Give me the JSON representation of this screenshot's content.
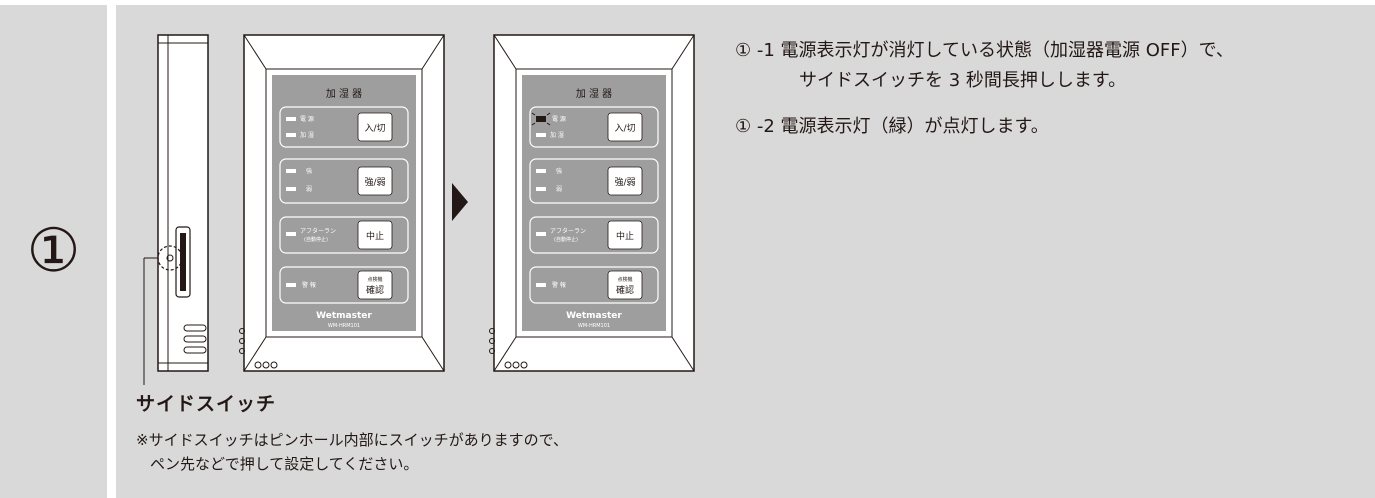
{
  "step": {
    "number": "①"
  },
  "illustration": {
    "device_title": "加 湿 器",
    "power_label": "電 源",
    "humidify_label": "加 湿",
    "onoff_button": "入/切",
    "strong_label": "強",
    "weak_label": "弱",
    "strongweak_button": "強/弱",
    "afterrun_label": "アフターラン",
    "afterrun_sub": "(自動停止)",
    "stop_button": "中止",
    "alarm_label": "警 報",
    "check_button_small": "点検機",
    "check_button": "確認",
    "brand": "Wetmaster",
    "model": "WM-HRM101"
  },
  "caption": {
    "title": "サイドスイッチ",
    "note_line1": "※サイドスイッチはピンホール内部にスイッチがありますので、",
    "note_line2": "ペン先などで押して設定してください。"
  },
  "instructions": {
    "step1_line1": "① -1 電源表示灯が消灯している状態（加湿器電源 OFF）で、",
    "step1_line2": "サイドスイッチを 3 秒間長押しします。",
    "step2": "① -2 電源表示灯（緑）が点灯します。"
  },
  "colors": {
    "background": "#d9d9d9",
    "panel": "#9e9e9e",
    "device": "#ffffff",
    "ink": "#231815"
  }
}
